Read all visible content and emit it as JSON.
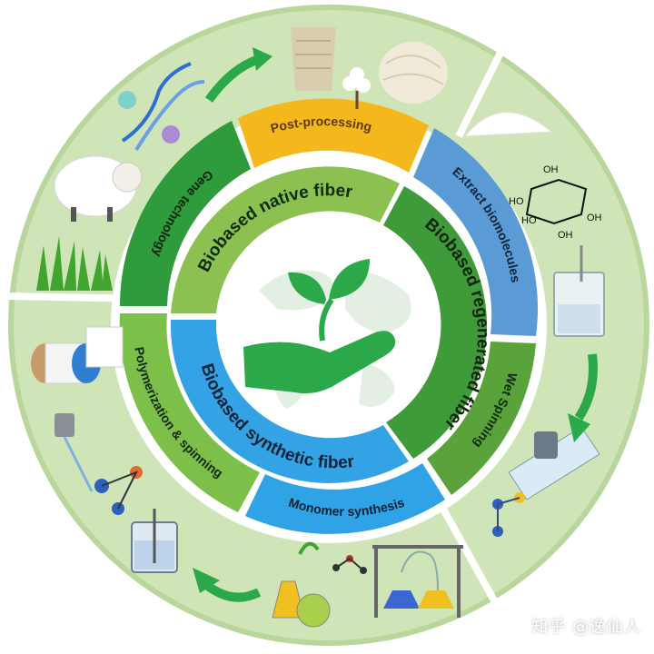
{
  "diagram": {
    "colors": {
      "outer_ring": "#cfe5b8",
      "outer_ring_edge": "#b9d79c",
      "native_band": "#8cc152",
      "native_inner": "#a9d06b",
      "regenerated_band": "#3f9a3a",
      "synthetic_band": "#33a3e5",
      "synthetic_inner": "#5bb8ee",
      "center": "#ffffff",
      "segment_gene": "#2e9b3c",
      "segment_post": "#f5b81c",
      "segment_extract": "#5b9bd5",
      "segment_wet": "#5aa33a",
      "segment_monomer": "#2fa3e6",
      "segment_poly": "#7cc04a",
      "arrow": "#2aa84a"
    },
    "middle_segments": [
      {
        "id": "post",
        "label": "Post-processing"
      },
      {
        "id": "extract",
        "label": "Extract biomolecules"
      },
      {
        "id": "wet",
        "label": "Wet Spinning"
      },
      {
        "id": "monomer",
        "label": "Monomer synthesis"
      },
      {
        "id": "poly",
        "label": "Polymerization & spinning"
      },
      {
        "id": "gene",
        "label": "Gene technology"
      }
    ],
    "inner_labels": {
      "native": "Biobased native fiber",
      "regenerated": "Biobased regenerated fiber",
      "synthetic": "Biobased synthetic fiber"
    },
    "molecule_labels": [
      "OH",
      "OH",
      "HO",
      "HO",
      "OH"
    ],
    "icons": [
      "dna-icon",
      "sheep-icon",
      "grass-icon",
      "yarn-cone-icon",
      "cotton-icon",
      "yarn-ball-icon",
      "powder-icon",
      "glucose-molecule-icon",
      "beaker-icon",
      "wet-spinning-icon",
      "distillation-icon",
      "flask-icon",
      "reactor-icon",
      "spinneret-icon",
      "fiber-spool-icon",
      "hand-plant-icon"
    ]
  },
  "watermark": "知乎 @逸仙人"
}
